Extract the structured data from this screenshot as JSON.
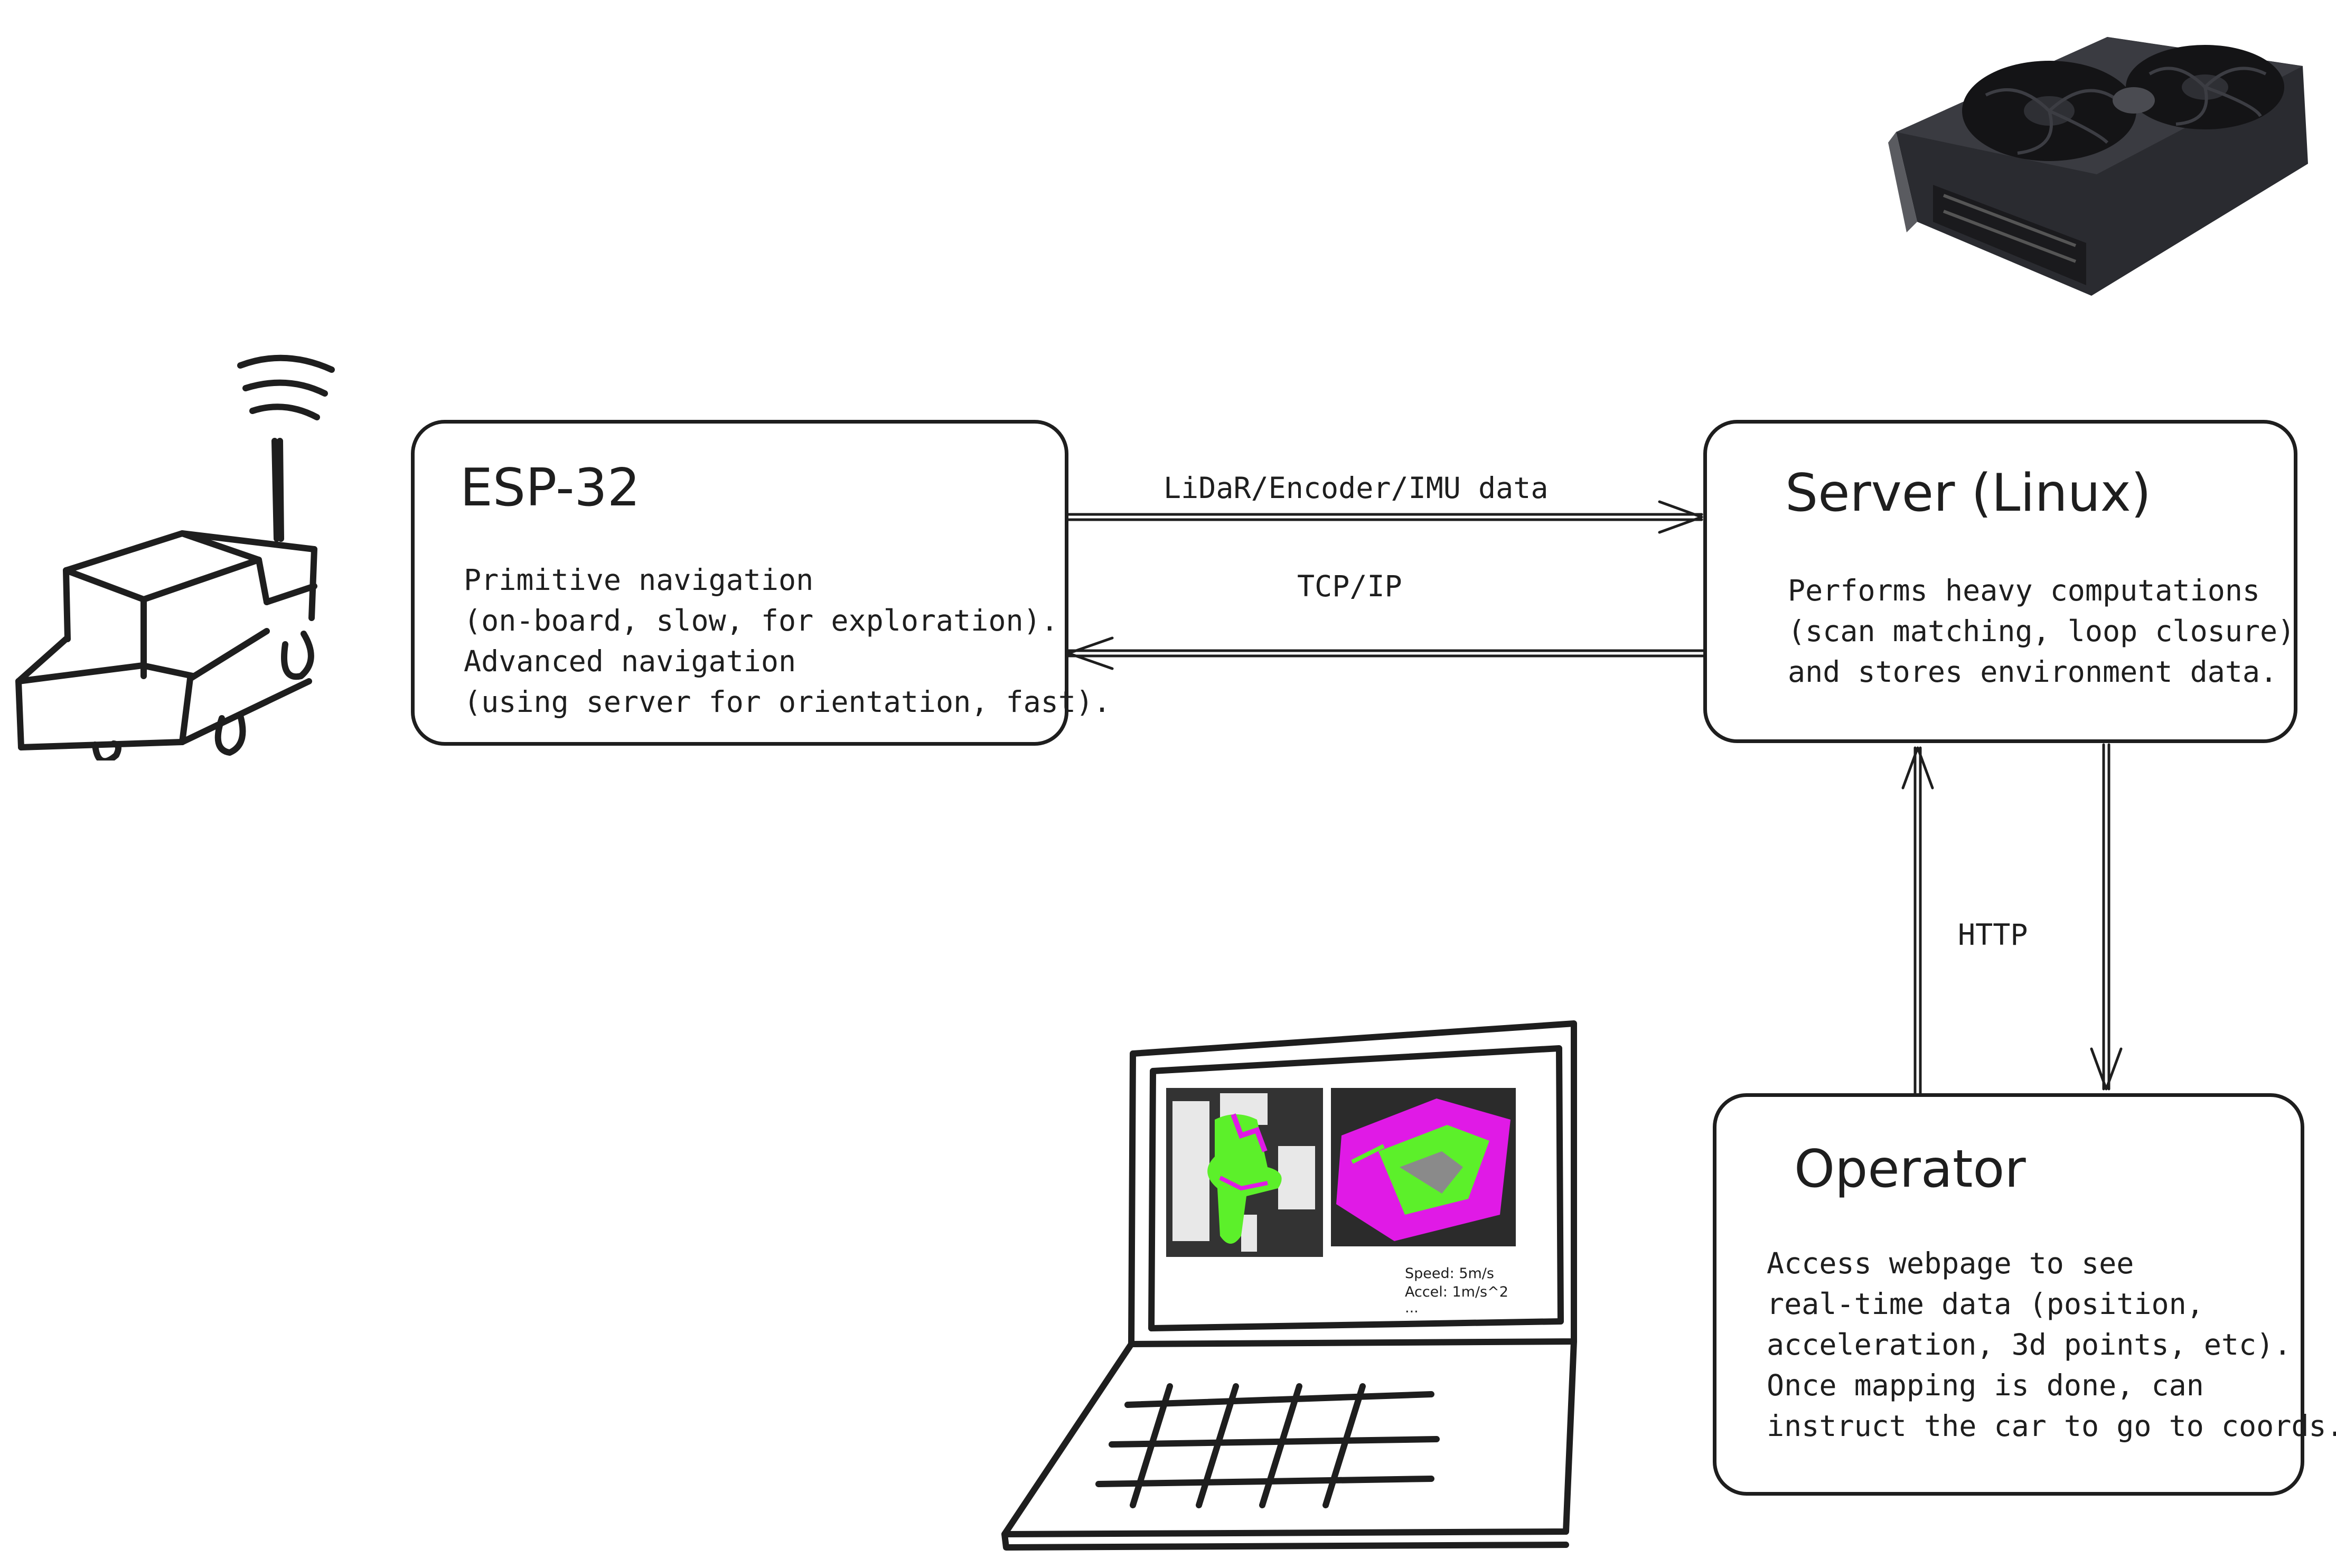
{
  "nodes": {
    "esp32": {
      "title": "ESP-32",
      "lines": [
        "Primitive navigation",
        "(on-board, slow, for exploration).",
        "Advanced navigation",
        "(using server for orientation, fast)."
      ]
    },
    "server": {
      "title": "Server (Linux)",
      "lines": [
        "Performs heavy computations",
        "(scan matching, loop closure)",
        "and stores environment data."
      ]
    },
    "operator": {
      "title": "Operator",
      "lines": [
        "Access webpage to see",
        "real-time data (position,",
        "acceleration, 3d points, etc).",
        "Once mapping is done, can",
        "instruct the car to go to coords."
      ]
    }
  },
  "edges": {
    "data_label": "LiDaR/Encoder/IMU data",
    "tcp_label": "TCP/IP",
    "http_label": "HTTP"
  },
  "laptop_screen": {
    "stats": [
      "Speed: 5m/s",
      "Accel: 1m/s^2",
      "..."
    ]
  },
  "colors": {
    "ink": "#1e1e1e",
    "map_green": "#5cf02a",
    "map_magenta": "#e01ae6",
    "map_gray": "#333333",
    "gpu_body": "#2a2b30"
  },
  "icons": [
    "car-sketch-icon",
    "gpu-image-icon",
    "laptop-sketch-icon"
  ]
}
